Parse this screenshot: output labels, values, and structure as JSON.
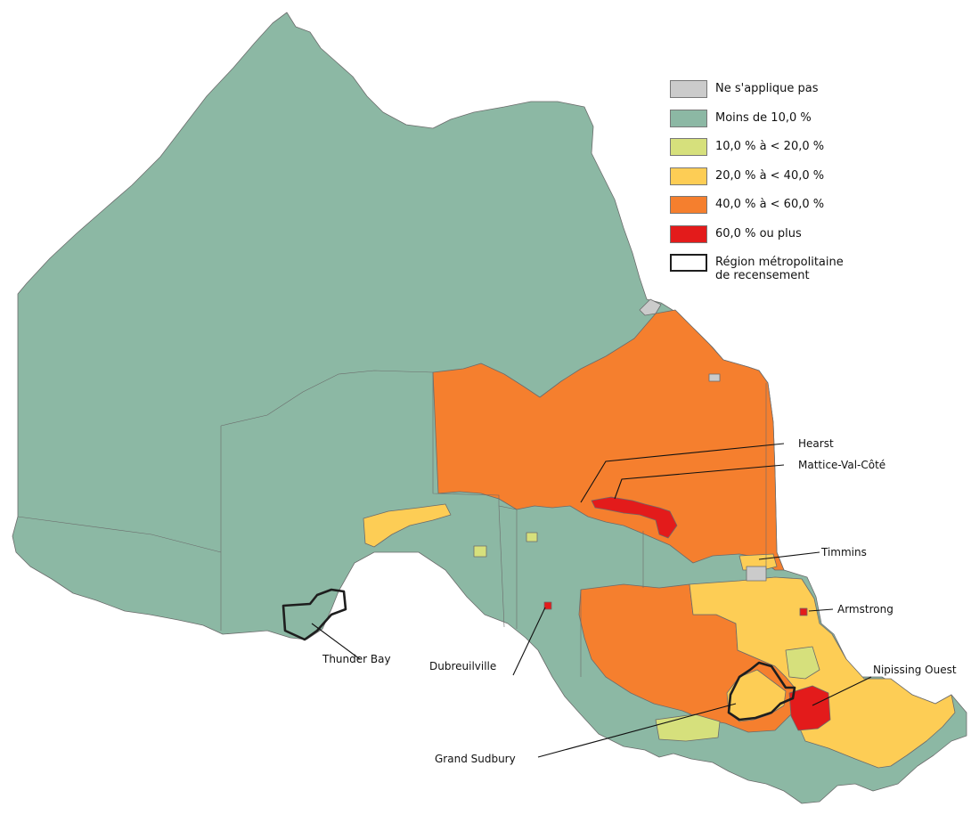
{
  "colors": {
    "not_applicable": "#cbcbcb",
    "less_10": "#8cb8a4",
    "10_20": "#d6e07c",
    "20_40": "#fdcd55",
    "40_60": "#f57f2e",
    "60_plus": "#e31b1b",
    "cma_outline": "#1e1e1e"
  },
  "legend": {
    "items": [
      {
        "label": "Ne s'applique pas",
        "color": "#cbcbcb"
      },
      {
        "label": "Moins de 10,0 %",
        "color": "#8cb8a4"
      },
      {
        "label": "10,0 % à < 20,0 %",
        "color": "#d6e07c"
      },
      {
        "label": "20,0 % à < 40,0 %",
        "color": "#fdcd55"
      },
      {
        "label": "40,0 % à < 60,0 %",
        "color": "#f57f2e"
      },
      {
        "label": "60,0 % ou plus",
        "color": "#e31b1b"
      },
      {
        "label": "Région métropolitaine\nde recensement",
        "color": "outline"
      }
    ]
  },
  "places": {
    "hearst": "Hearst",
    "mattice": "Mattice-Val-Côté",
    "timmins": "Timmins",
    "armstrong": "Armstrong",
    "thunder_bay": "Thunder Bay",
    "dubreuilville": "Dubreuilville",
    "nipissing_ouest": "Nipissing Ouest",
    "grand_sudbury": "Grand Sudbury"
  }
}
